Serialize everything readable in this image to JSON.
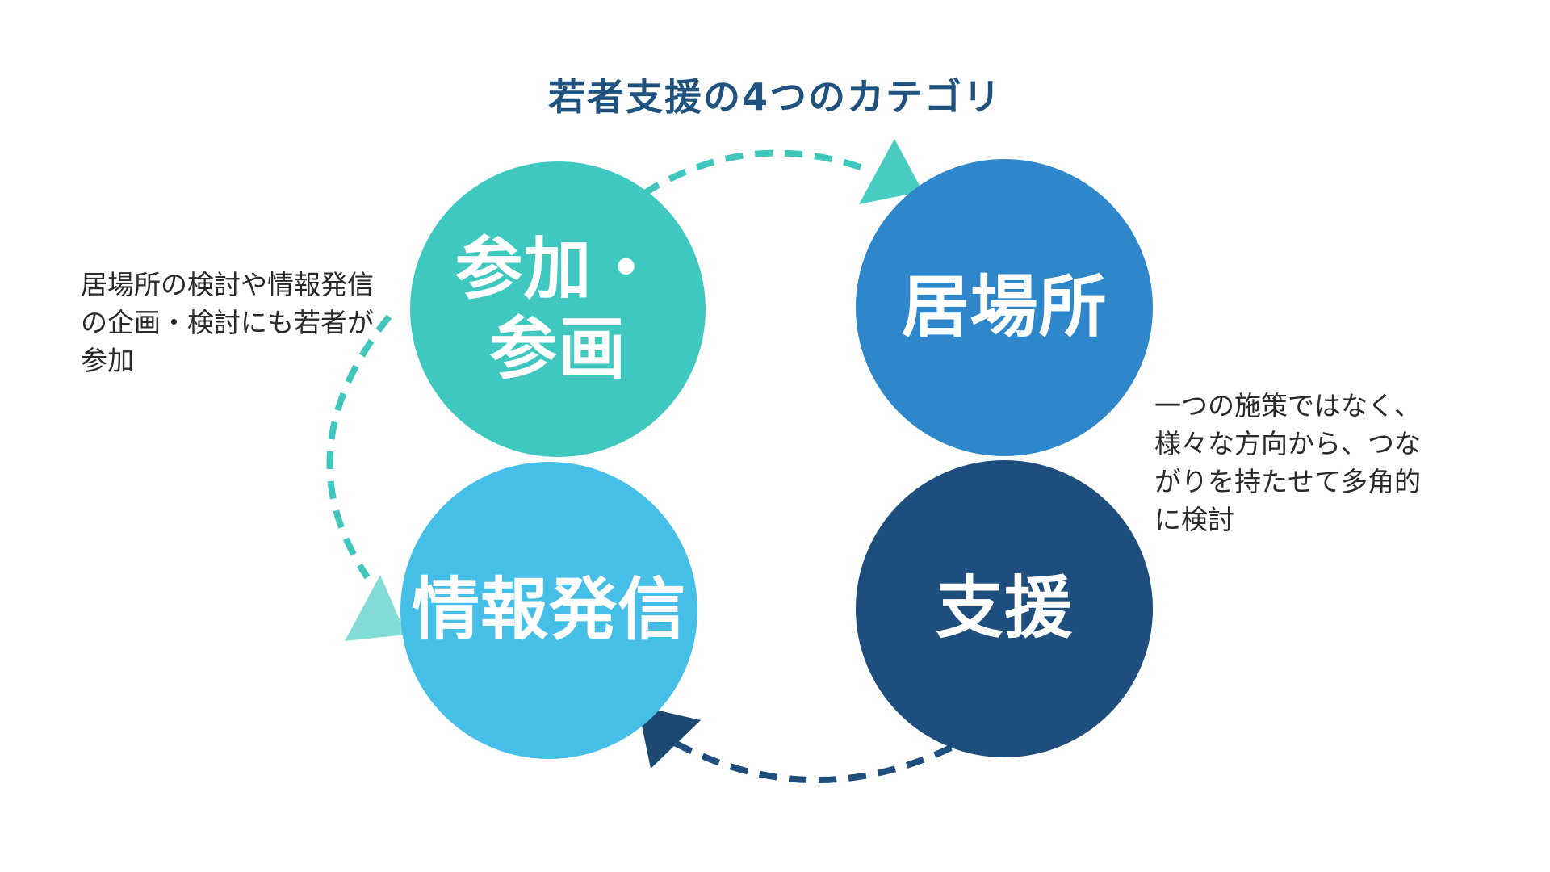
{
  "title": {
    "text": "若者支援の4つのカテゴリ",
    "color": "#1F527E"
  },
  "circles": [
    {
      "id": "participation",
      "label": "参加・\n参画",
      "color": "#3EC8C0"
    },
    {
      "id": "place",
      "label": "居場所",
      "color": "#2E86CB"
    },
    {
      "id": "info",
      "label": "情報発信",
      "color": "#45BEE8"
    },
    {
      "id": "support",
      "label": "支援",
      "color": "#1E4E7D"
    }
  ],
  "annotations": {
    "left": "居場所の検討や情報発信\nの企画・検討にも若者が\n参加",
    "right": "一つの施策ではなく、\n様々な方向から、つな\nがりを持たせて多角的\nに検討"
  },
  "arrows": {
    "top": {
      "dash_color": "#3FC6BD",
      "head_color": "#49CDC3"
    },
    "left": {
      "dash_color": "#3FC6BD",
      "head_color": "#84DCD6"
    },
    "bottom": {
      "dash_color": "#1E4E7C",
      "head_color": "#1D4971"
    }
  },
  "background": "#FFFFFF"
}
